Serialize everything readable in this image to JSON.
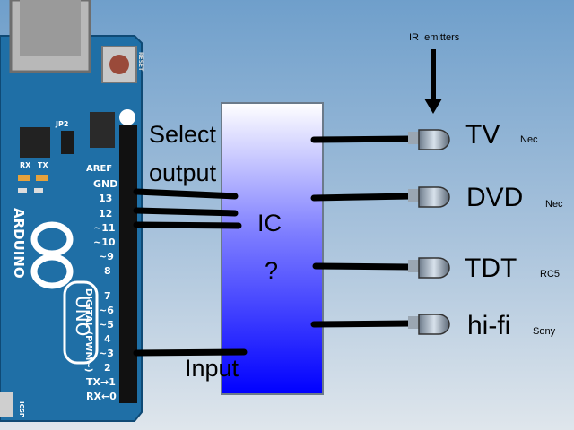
{
  "diagram": {
    "top_annotation": "IR  emitters",
    "select_label_1": "Select",
    "select_label_2": "output",
    "input_label": "Input",
    "ic_label": "IC",
    "ic_question": "?",
    "outputs": [
      {
        "device": "TV",
        "protocol": "Nec"
      },
      {
        "device": "DVD",
        "protocol": "Nec"
      },
      {
        "device": "TDT",
        "protocol": "RC5"
      },
      {
        "device": "hi-fi",
        "protocol": "Sony"
      }
    ]
  },
  "board": {
    "brand": "ARDUINO",
    "model": "UNO",
    "header_labels": [
      "AREF",
      "GND",
      "13",
      "12",
      "~11",
      "~10",
      "~9",
      "8",
      "7",
      "~6",
      "~5",
      "4",
      "~3",
      "2",
      "TX→1",
      "RX←0"
    ],
    "side_label": "DIGITAL (PWM~)",
    "small_labels": [
      "JP2",
      "TX",
      "RX",
      "RESET",
      "ICSP"
    ]
  },
  "colors": {
    "background_top": "#6f9fcb",
    "ic_top": "#ffffff",
    "ic_bottom": "#0000ff",
    "board": "#1f6fa6",
    "wire": "#000000"
  }
}
